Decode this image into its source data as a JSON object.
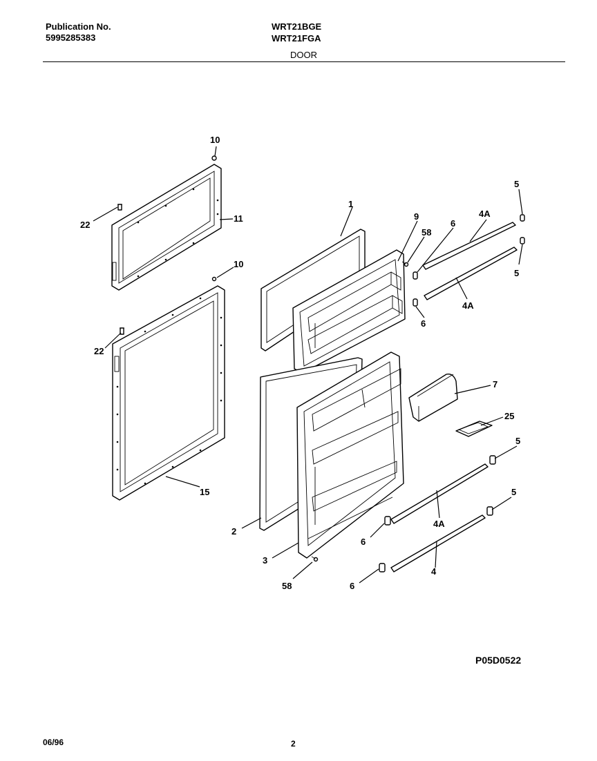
{
  "header": {
    "publication_label": "Publication No.",
    "publication_number": "5995285383",
    "model_1": "WRT21BGE",
    "model_2": "WRT21FGA",
    "section": "DOOR"
  },
  "callouts": {
    "c1": "1",
    "c2": "2",
    "c3": "3",
    "c4": "4",
    "c4a_top": "4A",
    "c4a_mid": "4A",
    "c4a_low": "4A",
    "c5_a": "5",
    "c5_b": "5",
    "c5_c": "5",
    "c5_d": "5",
    "c6_a": "6",
    "c6_b": "6",
    "c6_c": "6",
    "c6_d": "6",
    "c7": "7",
    "c9": "9",
    "c10_a": "10",
    "c10_b": "10",
    "c11": "11",
    "c15": "15",
    "c22_a": "22",
    "c22_b": "22",
    "c25": "25",
    "c58_a": "58",
    "c58_b": "58"
  },
  "diagram_code": "P05D0522",
  "footer": {
    "date": "06/96",
    "page": "2"
  }
}
